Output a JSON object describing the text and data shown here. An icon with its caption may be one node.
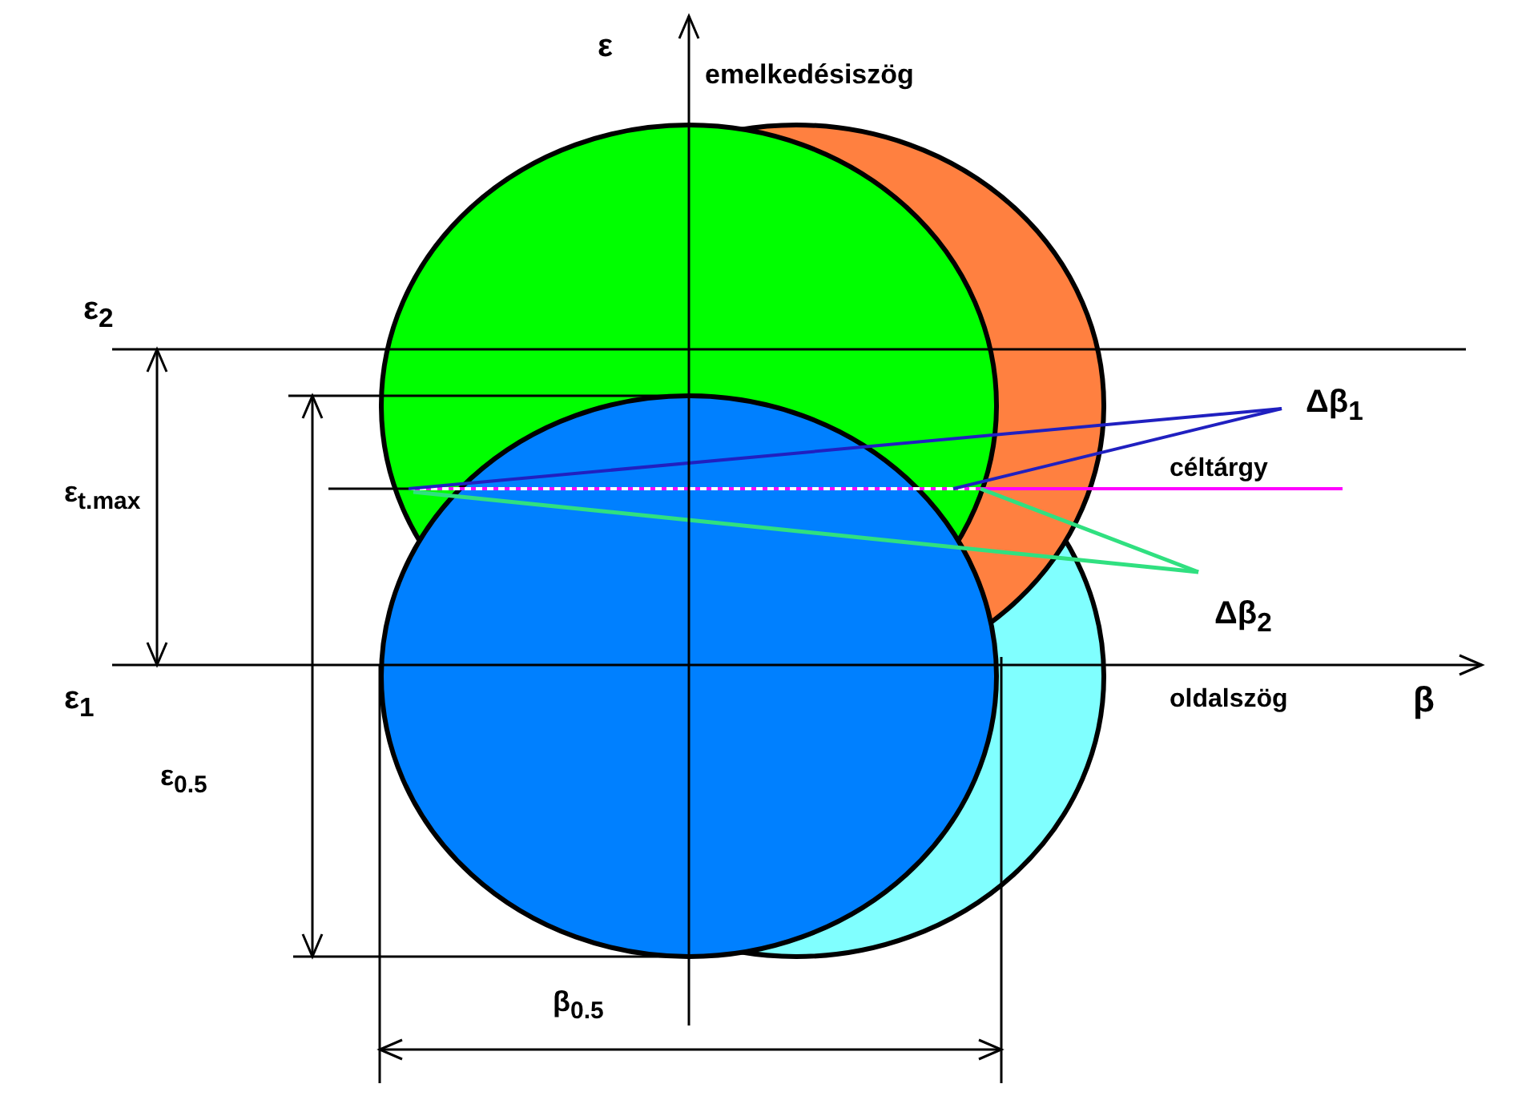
{
  "diagram": {
    "labels": [
      "ε",
      "emelkedésiszög",
      "ε$_{2}$",
      "Δβ$_{1}$",
      "ε$_{t.max}$",
      "céltárgy",
      "Δβ$_{2}$",
      "ε$_{1}$",
      "oldalszög",
      "β",
      "ε$_{0.5}$",
      "β$_{0.5}$"
    ]
  }
}
